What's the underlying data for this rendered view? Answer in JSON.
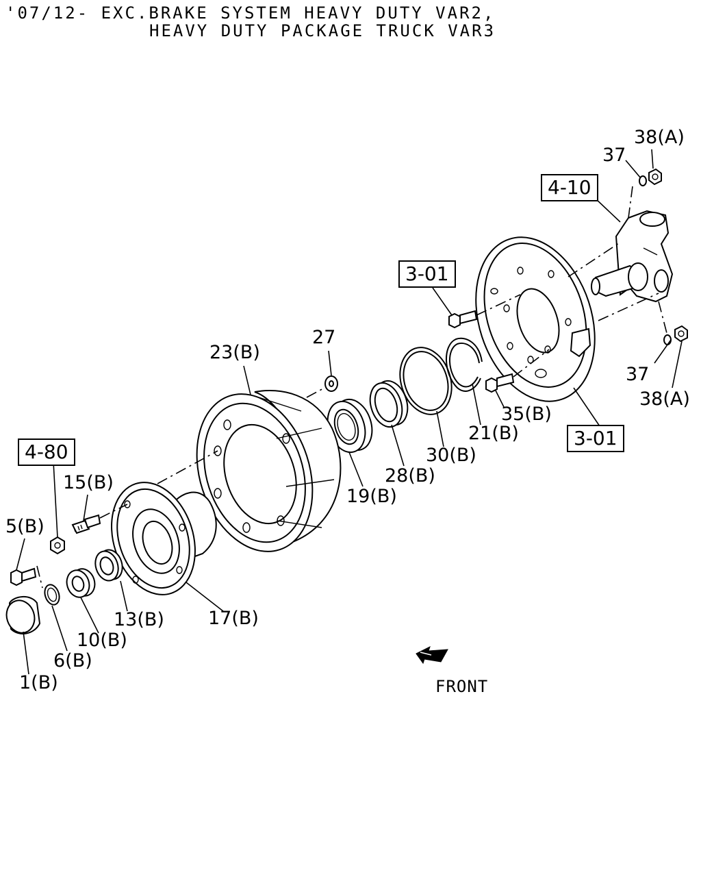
{
  "header": {
    "line1": "'07/12- EXC.BRAKE SYSTEM HEAVY DUTY VAR2,",
    "line2": "HEAVY DUTY PACKAGE TRUCK VAR3"
  },
  "references": {
    "ref_4_10": "4-10",
    "ref_3_01_top": "3-01",
    "ref_3_01_bottom": "3-01",
    "ref_4_80": "4-80"
  },
  "parts": {
    "p38a_top": "38(A)",
    "p37_top": "37",
    "p37_bottom": "37",
    "p38a_bottom": "38(A)",
    "p35b": "35(B)",
    "p21b": "21(B)",
    "p30b": "30(B)",
    "p28b": "28(B)",
    "p19b": "19(B)",
    "p27": "27",
    "p23b": "23(B)",
    "p15b": "15(B)",
    "p5b": "5(B)",
    "p17b": "17(B)",
    "p13b": "13(B)",
    "p10b": "10(B)",
    "p6b": "6(B)",
    "p1b": "1(B)"
  },
  "front_label": "FRONT"
}
